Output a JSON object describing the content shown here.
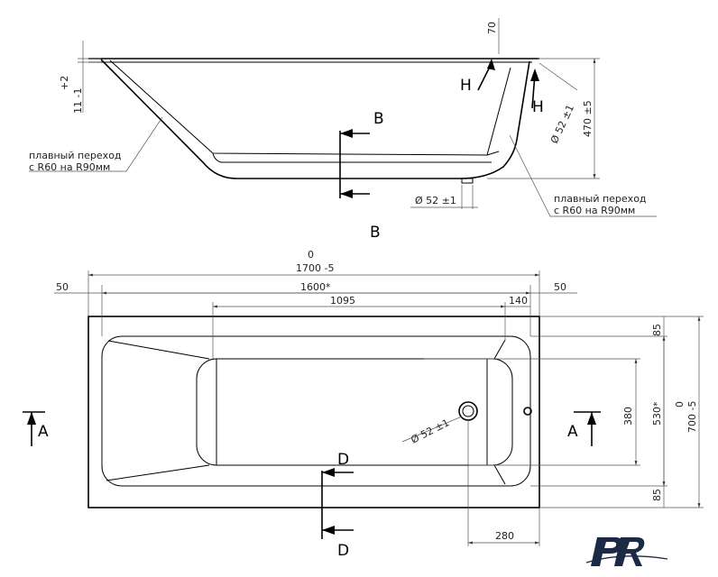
{
  "side_view": {
    "note_left_line1": "плавный переход",
    "note_left_line2": "с R60 на R90мм",
    "note_right_line1": "плавный переход",
    "note_right_line2": "с R60 на R90мм",
    "dim_tolerance_top": "+2",
    "dim_tolerance_value": "11 -1",
    "dim_rim": "70",
    "dim_height": "470 ±5",
    "dim_overflow": "Ø 52 ±1",
    "dim_drain": "Ø 52 ±1",
    "section_b_top": "B",
    "section_b_bottom": "B",
    "view_h_left": "H",
    "view_h_right": "H"
  },
  "plan_view": {
    "dim_total_top": "0",
    "dim_total_length": "1700 -5",
    "dim_left_margin": "50",
    "dim_inner_length": "1600*",
    "dim_right_margin": "50",
    "dim_flat": "1095",
    "dim_end": "140",
    "dim_width_top": "85",
    "dim_width_bottom": "85",
    "dim_inner_width": "530*",
    "dim_bottom_width": "380",
    "dim_total_width_top": "0",
    "dim_total_width": "700 -5",
    "dim_drain": "Ø 52 ±1",
    "dim_drain_offset": "280",
    "section_a_left": "A",
    "section_a_right": "A",
    "section_d_top": "D",
    "section_d_bottom": "D"
  },
  "logo": {
    "text": "PR"
  }
}
